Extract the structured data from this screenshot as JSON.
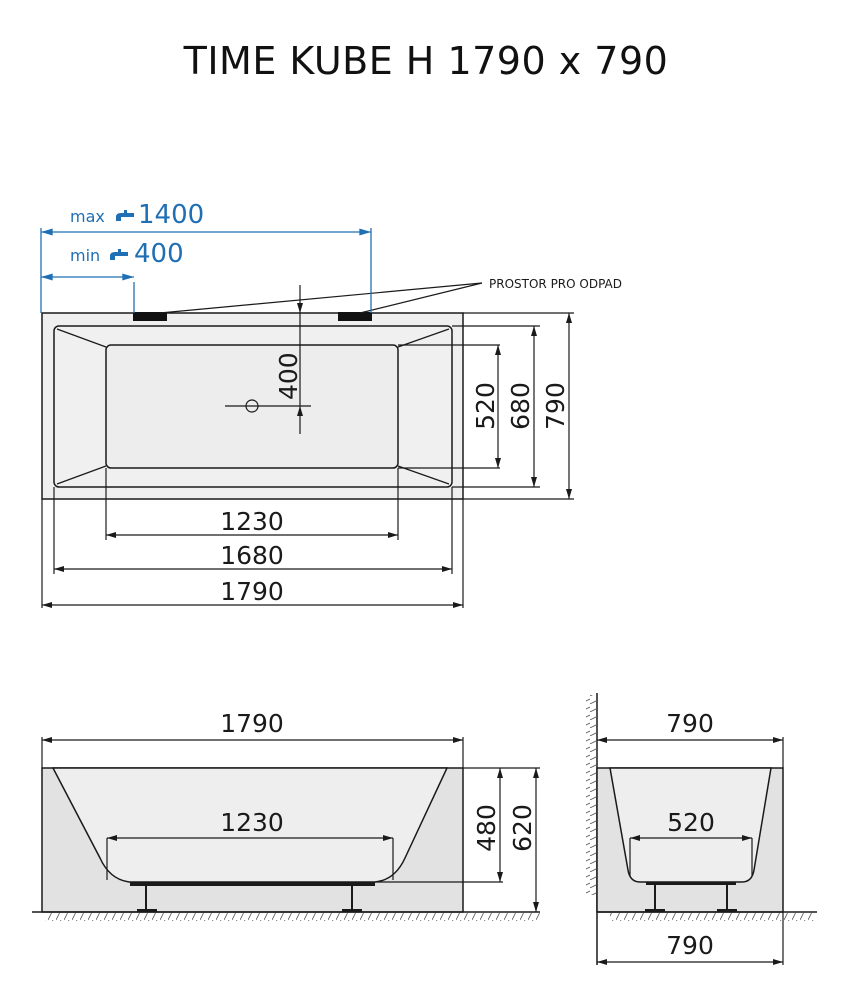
{
  "title": "TIME KUBE H 1790 x 790",
  "colors": {
    "line": "#1a1a1a",
    "tub_fill": "#ececec",
    "panel_fill": "#e2e2e2",
    "accent_blue": "#1f6fb5"
  },
  "top_view": {
    "faucet": {
      "max_label": "max",
      "max_value": "1400",
      "min_label": "min",
      "min_value": "400",
      "icon": "faucet-icon"
    },
    "drain_note": "PROSTOR PRO ODPAD",
    "drain_offset": "400",
    "widths": [
      "1230",
      "1680",
      "1790"
    ],
    "heights": [
      "520",
      "680",
      "790"
    ]
  },
  "side_view": {
    "overall_length": "1790",
    "bottom_length": "1230",
    "heights": [
      "480",
      "620"
    ]
  },
  "end_view": {
    "top_width": "790",
    "bottom_inner_width": "520",
    "base_width": "790"
  }
}
